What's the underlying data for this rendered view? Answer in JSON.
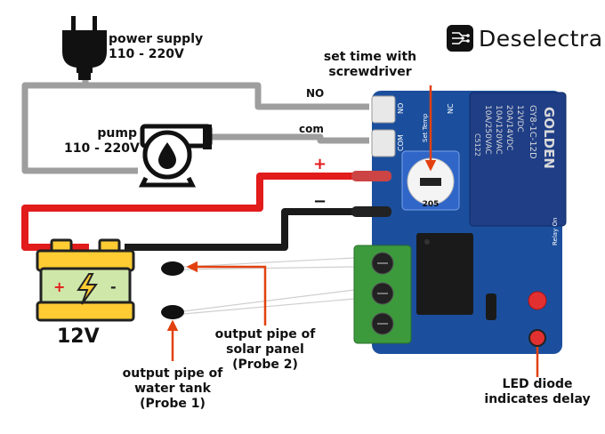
{
  "brand": {
    "name": "Deselectra"
  },
  "labels": {
    "power_supply": [
      "power supply",
      "110 - 220V"
    ],
    "pump": [
      "pump",
      "110 - 220V"
    ],
    "set_time": [
      "set time with",
      "screwdriver"
    ],
    "probe_solar": [
      "output pipe of",
      "solar panel",
      "(Probe 2)"
    ],
    "probe_tank": [
      "output pipe of",
      "water tank",
      "(Probe 1)"
    ],
    "led": [
      "LED diode",
      "indicates delay"
    ],
    "battery_voltage": "12V"
  },
  "terminals": {
    "no": "NO",
    "com": "com",
    "plus": "+",
    "minus": "−"
  },
  "board_silk": {
    "no": "NO",
    "com": "COM",
    "nc": "NC",
    "set_temp": "Set Temp",
    "relay_on": "Relay On",
    "resistor": "205"
  },
  "relay": {
    "brand": "GOLDEN",
    "model": "GY8-1C-12D",
    "rating1": "12VDC",
    "rating2": "20A/14VDC",
    "rating3": "10A/120VAC",
    "rating4": "10A/250VAC",
    "code": "C5122"
  },
  "colors": {
    "arrow": "#e2410f",
    "wire_gray": "#9e9e9e",
    "wire_red": "#e21b1b",
    "wire_black": "#1a1a1a",
    "board": "#1b4f9e",
    "relay": "#1f3e86",
    "terminal_green": "#3c9a3c",
    "battery_top": "#ffcc33",
    "battery_body": "#cfe7a9"
  }
}
